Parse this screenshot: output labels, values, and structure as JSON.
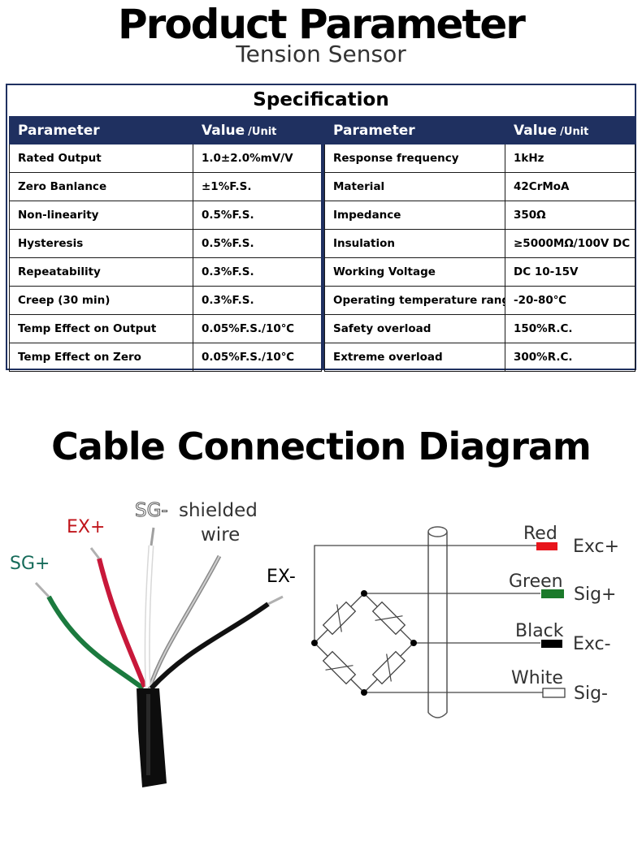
{
  "header": {
    "title": "Product Parameter",
    "subtitle": "Tension Sensor"
  },
  "spec": {
    "title": "Specification",
    "col_param": "Parameter",
    "col_value": "Value",
    "col_unit": "/Unit",
    "left_rows": [
      {
        "param": "Rated Output",
        "value": "1.0±2.0%mV/V"
      },
      {
        "param": "Zero Banlance",
        "value": "±1%F.S."
      },
      {
        "param": "Non-linearity",
        "value": "0.5%F.S."
      },
      {
        "param": "Hysteresis",
        "value": "0.5%F.S."
      },
      {
        "param": "Repeatability",
        "value": "0.3%F.S."
      },
      {
        "param": "Creep (30 min)",
        "value": "0.3%F.S."
      },
      {
        "param": "Temp Effect on Output",
        "value": "0.05%F.S./10℃"
      },
      {
        "param": "Temp Effect on Zero",
        "value": "0.05%F.S./10℃"
      }
    ],
    "right_rows": [
      {
        "param": "Response frequency",
        "value": "1kHz"
      },
      {
        "param": "Material",
        "value": "42CrMoA"
      },
      {
        "param": "Impedance",
        "value": "350Ω"
      },
      {
        "param": "Insulation",
        "value": "≥5000MΩ/100V DC"
      },
      {
        "param": "Working Voltage",
        "value": "DC 10-15V"
      },
      {
        "param": "Operating temperature range",
        "value": "-20-80℃"
      },
      {
        "param": "Safety overload",
        "value": "150%R.C."
      },
      {
        "param": "Extreme overload",
        "value": "300%R.C."
      }
    ]
  },
  "cable": {
    "title": "Cable Connection Diagram",
    "labels": {
      "sg_plus": "SG+",
      "ex_plus": "EX+",
      "sg_minus": "SG-",
      "shielded": "shielded",
      "wire": "wire",
      "ex_minus": "EX-"
    },
    "terminals": [
      {
        "color_name": "Red",
        "signal": "Exc+",
        "swatch": "#e8141b"
      },
      {
        "color_name": "Green",
        "signal": "Sig+",
        "swatch": "#1b7a2a"
      },
      {
        "color_name": "Black",
        "signal": "Exc-",
        "swatch": "#000000"
      },
      {
        "color_name": "White",
        "signal": "Sig-",
        "swatch": "#ffffff"
      }
    ]
  },
  "colors": {
    "header_navy": "#1f3060",
    "wire_green": "#1b7a3e",
    "wire_red": "#c8183a",
    "label_red": "#c0151b",
    "label_green": "#166b5a"
  }
}
